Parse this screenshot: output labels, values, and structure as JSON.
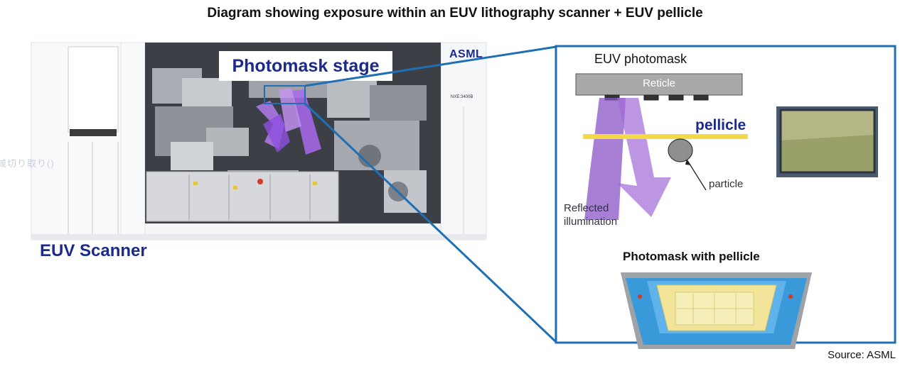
{
  "title": "Diagram showing exposure within an EUV lithography scanner + EUV pellicle",
  "source": "Source: ASML",
  "scanner": {
    "label": "EUV Scanner",
    "stage_label": "Photomask stage",
    "brand": "ASML",
    "model": "NXE:3400B",
    "ghost_text": "域切り取り()"
  },
  "detail": {
    "photomask_label": "EUV photomask",
    "reticle_label": "Reticle",
    "pellicle_label": "pellicle",
    "particle_label": "particle",
    "reflected_label": "Reflected illumination",
    "photomask_with_pellicle_label": "Photomask with pellicle"
  },
  "colors": {
    "frame_blue": "#1f6fb5",
    "label_navy": "#1b2a8c",
    "beam_purple": "#8a55c8",
    "pellicle_yellow": "#f3d84a",
    "reticle_gray": "#a9a9a9",
    "mask_frame_blue": "#3a9ad9",
    "mask_yellow": "#f2e59a"
  }
}
